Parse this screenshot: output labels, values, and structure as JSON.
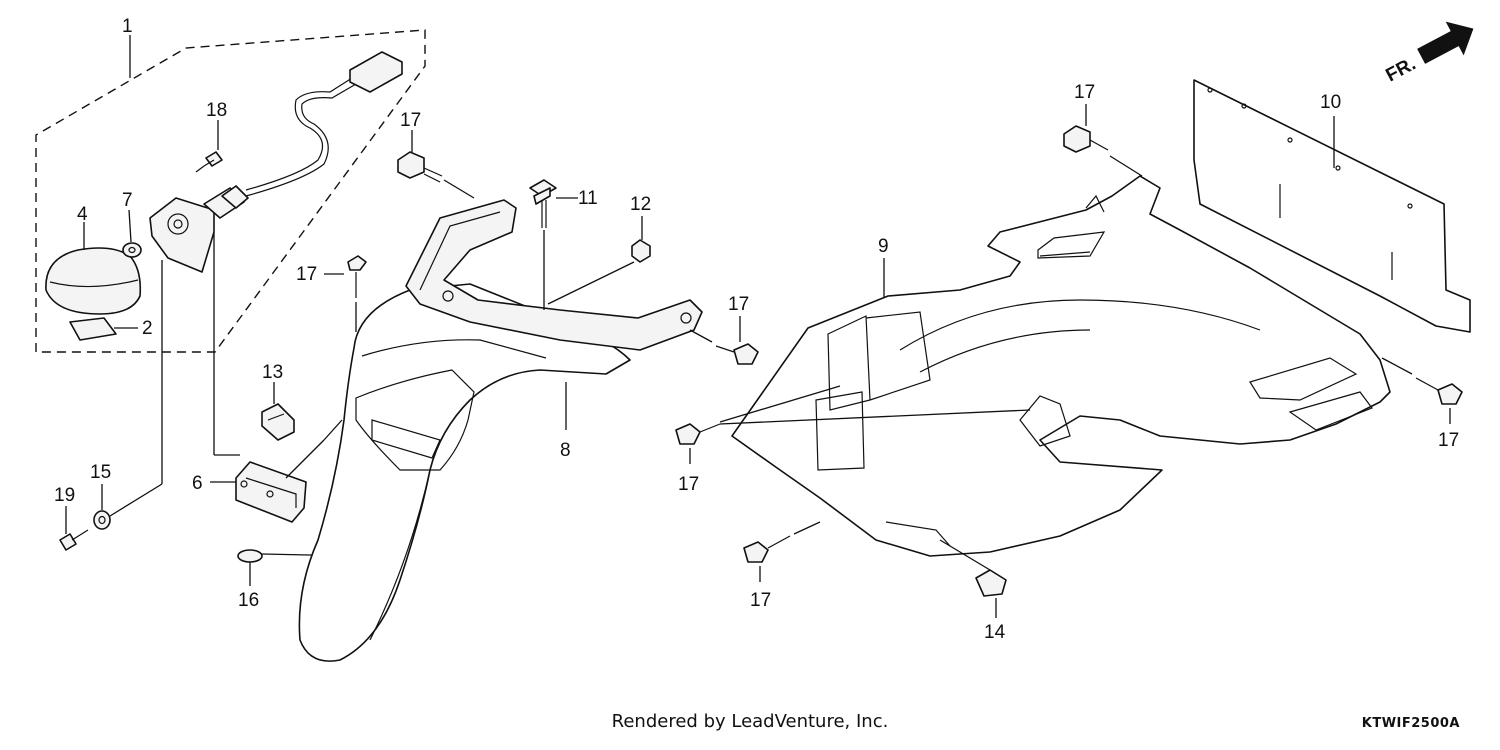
{
  "callouts": {
    "c1": "1",
    "c2": "2",
    "c4": "4",
    "c6": "6",
    "c7": "7",
    "c8": "8",
    "c9": "9",
    "c10": "10",
    "c11": "11",
    "c12": "12",
    "c13": "13",
    "c14": "14",
    "c15": "15",
    "c16": "16",
    "c18": "18",
    "c19": "19",
    "c17a": "17",
    "c17b": "17",
    "c17c": "17",
    "c17d": "17",
    "c17e": "17",
    "c17f": "17",
    "c17g": "17"
  },
  "front_indicator": {
    "label": "FR."
  },
  "footer": {
    "credit": "Rendered by LeadVenture, Inc.",
    "drawing_code": "KTWIF2500A"
  }
}
